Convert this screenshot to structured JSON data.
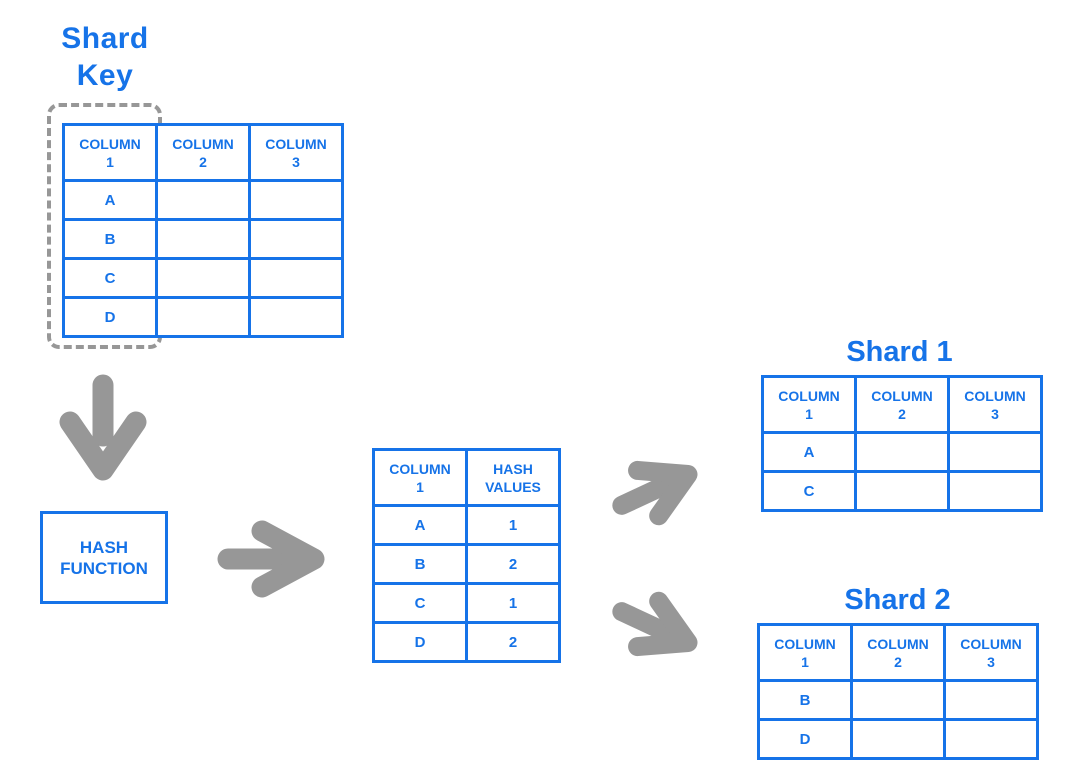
{
  "palette": {
    "blue": "#1673e8",
    "gray": "#979797"
  },
  "shard_key": {
    "title_lines": [
      "Shard",
      "Key"
    ]
  },
  "main_table": {
    "headers": [
      [
        "COLUMN",
        "1"
      ],
      [
        "COLUMN",
        "2"
      ],
      [
        "COLUMN",
        "3"
      ]
    ],
    "rows": [
      [
        "A",
        "",
        ""
      ],
      [
        "B",
        "",
        ""
      ],
      [
        "C",
        "",
        ""
      ],
      [
        "D",
        "",
        ""
      ]
    ]
  },
  "hash_function": {
    "label_lines": [
      "HASH",
      "FUNCTION"
    ]
  },
  "hash_table": {
    "headers": [
      [
        "COLUMN",
        "1"
      ],
      [
        "HASH",
        "VALUES"
      ]
    ],
    "rows": [
      [
        "A",
        "1"
      ],
      [
        "B",
        "2"
      ],
      [
        "C",
        "1"
      ],
      [
        "D",
        "2"
      ]
    ]
  },
  "shard1": {
    "title": "Shard 1",
    "headers": [
      [
        "COLUMN",
        "1"
      ],
      [
        "COLUMN",
        "2"
      ],
      [
        "COLUMN",
        "3"
      ]
    ],
    "rows": [
      [
        "A",
        "",
        ""
      ],
      [
        "C",
        "",
        ""
      ]
    ]
  },
  "shard2": {
    "title": "Shard 2",
    "headers": [
      [
        "COLUMN",
        "1"
      ],
      [
        "COLUMN",
        "2"
      ],
      [
        "COLUMN",
        "3"
      ]
    ],
    "rows": [
      [
        "B",
        "",
        ""
      ],
      [
        "D",
        "",
        ""
      ]
    ]
  }
}
